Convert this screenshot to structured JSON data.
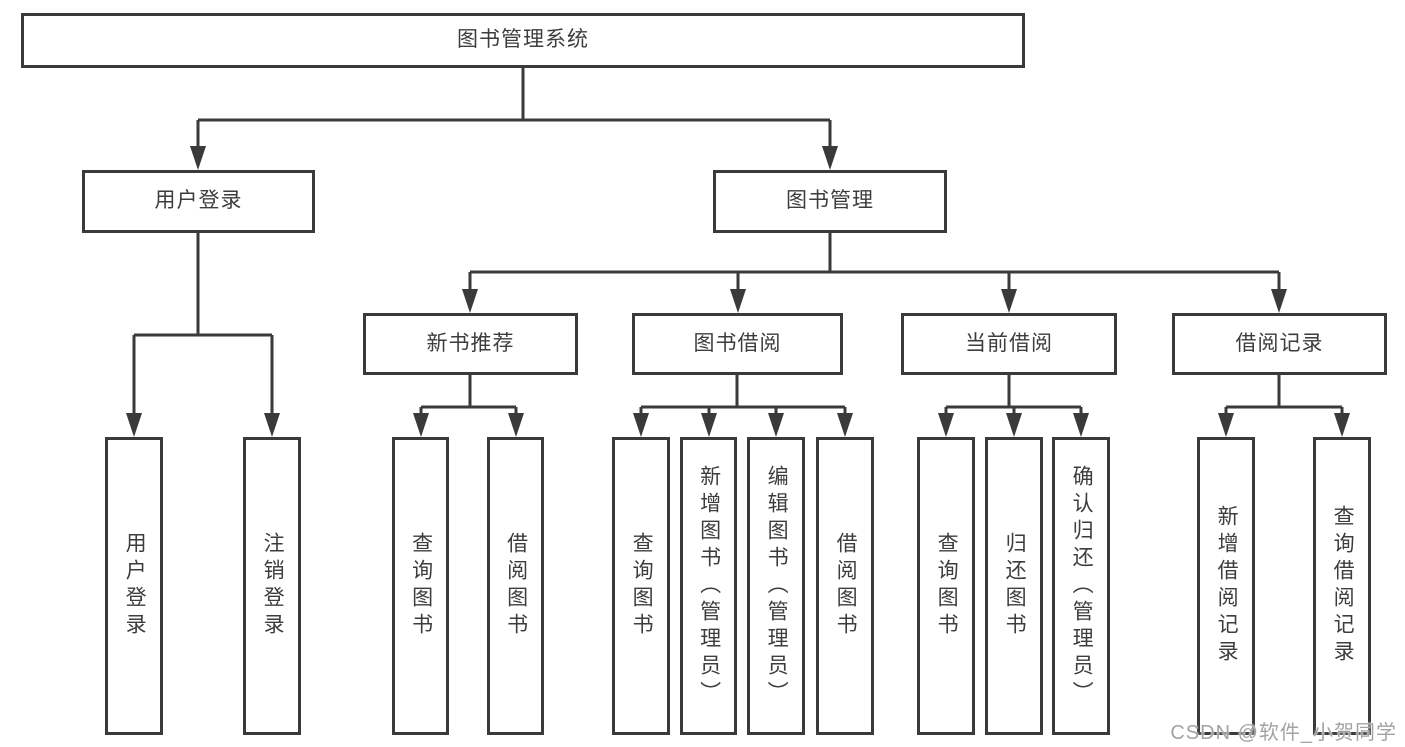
{
  "page": {
    "watermark": "CSDN @软件_小贺同学",
    "colors": {
      "line": "#3a3a3a",
      "border": "#3a3a3a",
      "text": "#3d3d3d",
      "background": "#ffffff",
      "watermark": "#a3a3a3"
    }
  },
  "tree": {
    "label": "图书管理系统",
    "children": [
      {
        "label": "用户登录",
        "children": [
          {
            "label": "用户登录"
          },
          {
            "label": "注销登录"
          }
        ]
      },
      {
        "label": "图书管理",
        "children": [
          {
            "label": "新书推荐",
            "children": [
              {
                "label": "查询图书"
              },
              {
                "label": "借阅图书"
              }
            ]
          },
          {
            "label": "图书借阅",
            "children": [
              {
                "label": "查询图书"
              },
              {
                "label": "新增图书（管理员）"
              },
              {
                "label": "编辑图书（管理员）"
              },
              {
                "label": "借阅图书"
              }
            ]
          },
          {
            "label": "当前借阅",
            "children": [
              {
                "label": "查询图书"
              },
              {
                "label": "归还图书"
              },
              {
                "label": "确认归还（管理员）"
              }
            ]
          },
          {
            "label": "借阅记录",
            "children": [
              {
                "label": "新增借阅记录"
              },
              {
                "label": "查询借阅记录"
              }
            ]
          }
        ]
      }
    ]
  }
}
